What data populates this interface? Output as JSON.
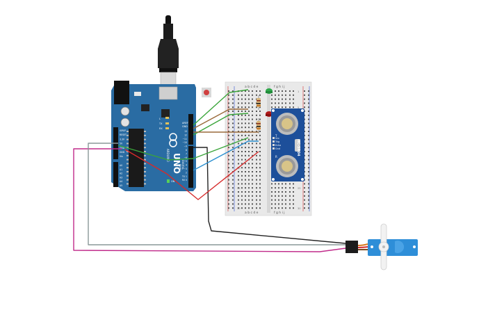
{
  "board": {
    "logo": "UNO",
    "subtitle": "ARDUINO",
    "aref": "AREF",
    "gnd": "GND",
    "digital": "DIGITAL",
    "pwm": "PWM~",
    "power_pins": [
      "IOREF",
      "RESET",
      "3.3V",
      "5V",
      "GND",
      "GND",
      "Vin"
    ],
    "analog_pins": [
      "A0",
      "A1",
      "A2",
      "A3",
      "A4",
      "A5"
    ],
    "digital_pins": [
      "13",
      "12",
      "~11",
      "~10",
      "~9",
      "8",
      "7",
      "~6",
      "~5",
      "4",
      "~3",
      "2",
      "TX 1",
      "RX 0"
    ],
    "labels": {
      "l": "L",
      "tx": "TX",
      "rx": "RX",
      "on": "ON"
    }
  },
  "breadboard": {
    "col_left": "a b c d e",
    "col_right": "f g h i j",
    "row_numbers": [
      "1",
      "5",
      "10",
      "15",
      "20",
      "25",
      "30"
    ]
  },
  "sensor": {
    "model": "HC-SR04",
    "pins": [
      "Vcc",
      "Trig",
      "Echo",
      "Gnd"
    ],
    "marks": {
      "t": "T",
      "r": "R"
    }
  },
  "colors": {
    "board": "#2a6ca3",
    "wire_green": "#3aa53a",
    "wire_brown": "#9a6a3a",
    "wire_blue": "#2a8fd0",
    "wire_red": "#d62b2b",
    "wire_magenta": "#c02a8a",
    "wire_gray": "#8a9898",
    "wire_black": "#222222",
    "servo": "#2e8ed8",
    "led_green": "#2ea84a",
    "led_red": "#b01818"
  }
}
